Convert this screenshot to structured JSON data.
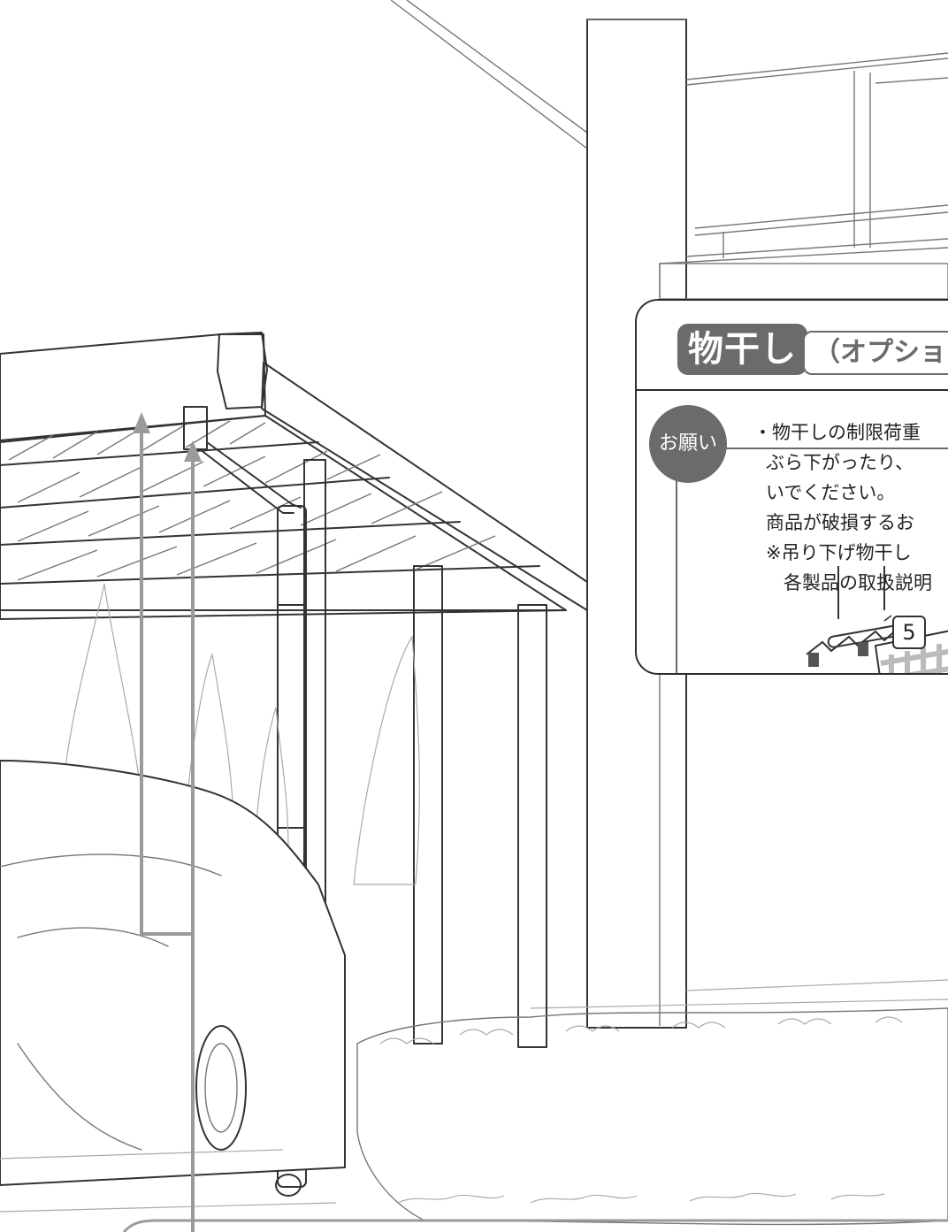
{
  "panel": {
    "title": "物干し",
    "option_label": "（オプション",
    "request_badge": "お願い",
    "note_lines": [
      "・物干しの制限荷重",
      "ぶら下がったり、",
      "いでください。",
      "商品が破損するお",
      "※吊り下げ物干し",
      "各製品の取扱説明"
    ],
    "part_number": "5"
  },
  "colors": {
    "badge": "#6b6b6b",
    "line": "#2d2d2d",
    "leader": "#9a9a9a"
  }
}
